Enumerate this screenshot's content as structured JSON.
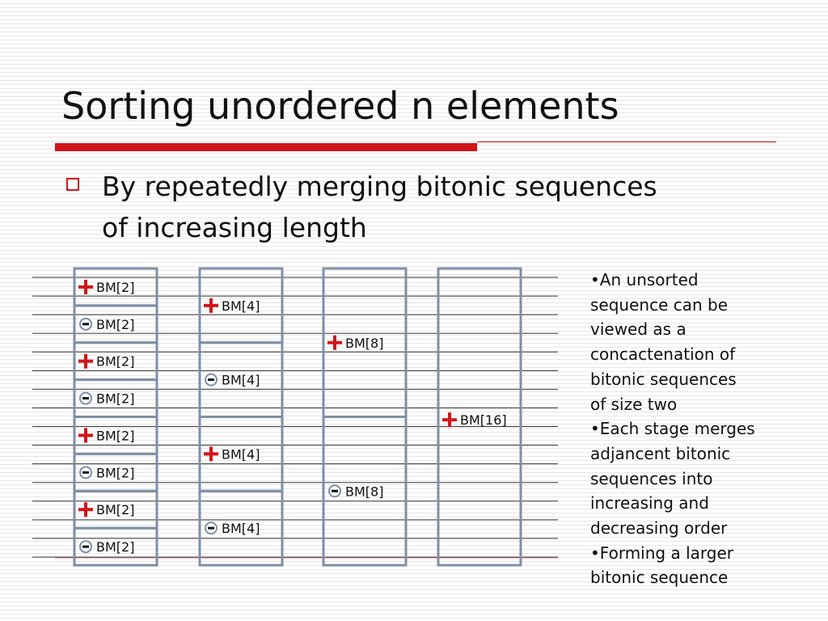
{
  "slide": {
    "title": "Sorting unordered n elements",
    "bullet_lines": [
      "By repeatedly merging bitonic sequences",
      "of increasing length"
    ]
  },
  "diagram": {
    "wire_count": 16,
    "stages": [
      {
        "blocks": [
          {
            "label": "BM[2]",
            "sign": "+"
          },
          {
            "label": "BM[2]",
            "sign": "-"
          },
          {
            "label": "BM[2]",
            "sign": "+"
          },
          {
            "label": "BM[2]",
            "sign": "-"
          },
          {
            "label": "BM[2]",
            "sign": "+"
          },
          {
            "label": "BM[2]",
            "sign": "-"
          },
          {
            "label": "BM[2]",
            "sign": "+"
          },
          {
            "label": "BM[2]",
            "sign": "-"
          }
        ]
      },
      {
        "blocks": [
          {
            "label": "BM[4]",
            "sign": "+"
          },
          {
            "label": "BM[4]",
            "sign": "-"
          },
          {
            "label": "BM[4]",
            "sign": "+"
          },
          {
            "label": "BM[4]",
            "sign": "-"
          }
        ]
      },
      {
        "blocks": [
          {
            "label": "BM[8]",
            "sign": "+"
          },
          {
            "label": "BM[8]",
            "sign": "-"
          }
        ]
      },
      {
        "blocks": [
          {
            "label": "BM[16]",
            "sign": "+"
          }
        ]
      }
    ]
  },
  "notes": [
    "•An unsorted",
    "sequence can be",
    "viewed as a",
    "concactenation of",
    "bitonic sequences",
    "of size two",
    "•Each stage merges",
    "adjancent bitonic",
    "sequences into",
    "increasing and",
    "decreasing order",
    "•Forming a larger",
    "bitonic sequence"
  ],
  "colors": {
    "accent_red": "#d2151b",
    "block_border": "#7f8fa6",
    "wire": "#333333",
    "text": "#111111"
  }
}
